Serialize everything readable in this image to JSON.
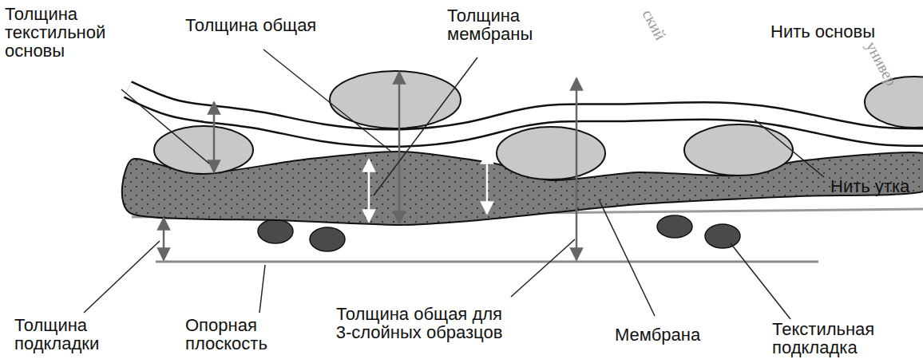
{
  "diagram": {
    "labels": [
      "Толщина текстильной основы",
      "Толщина общая",
      "Толщина мембраны",
      "Нить основы",
      "Нить утка",
      "Текстильная подкладка",
      "Мембрана",
      "Толщина общая для 3-слойных образцов",
      "Опорная плоскость",
      "Толщина подкладки",
      "ский",
      "универ"
    ]
  }
}
